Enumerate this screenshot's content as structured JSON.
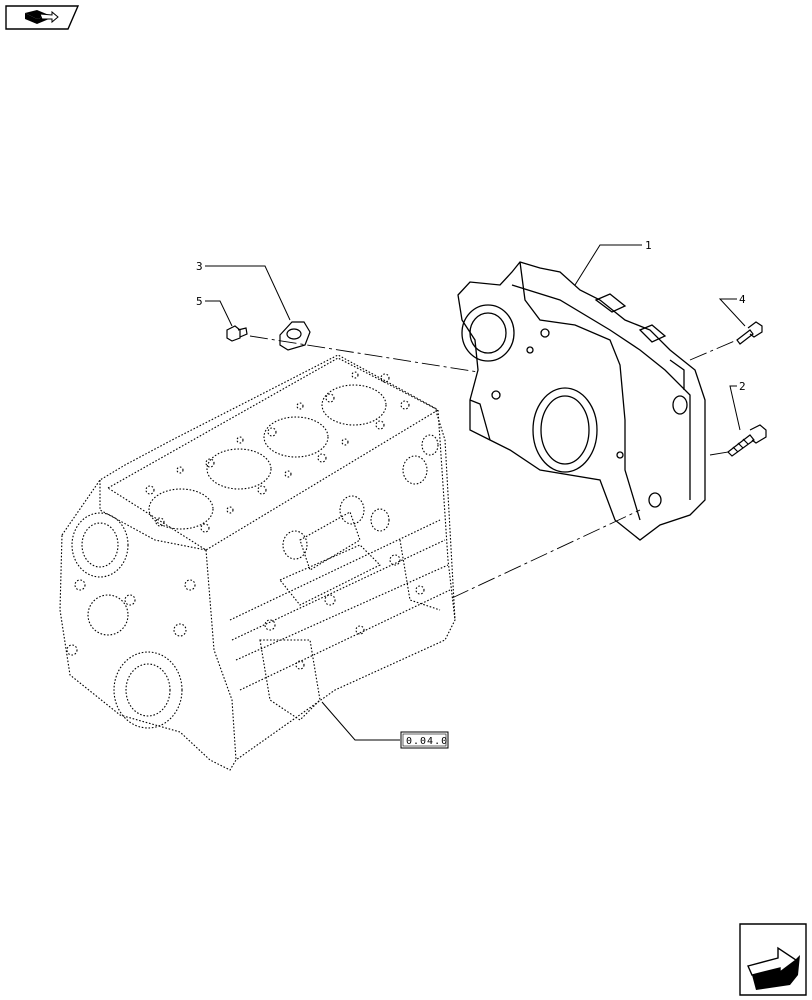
{
  "nav": {
    "prev_icon": "book-page-back-icon",
    "next_icon": "page-forward-arrow-icon"
  },
  "callouts": {
    "part_1": "1",
    "part_2": "2",
    "part_3": "3",
    "part_4": "4",
    "part_5": "5"
  },
  "reference": {
    "code": "0.04.0"
  }
}
